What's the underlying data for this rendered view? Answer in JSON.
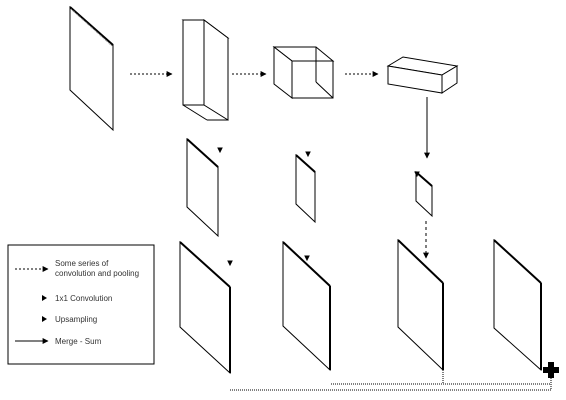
{
  "legend": {
    "items": [
      {
        "style": "dotted-arrow",
        "lines": [
          "Some series of",
          "convolution and pooling"
        ]
      },
      {
        "style": "small-arrowhead",
        "lines": [
          "1x1 Convolution"
        ]
      },
      {
        "style": "small-arrowhead",
        "lines": [
          "Upsampling"
        ]
      },
      {
        "style": "solid-arrow",
        "lines": [
          "Merge - Sum"
        ]
      }
    ]
  },
  "colors": {
    "stroke": "#000000",
    "text": "#333333",
    "background": "#ffffff"
  },
  "icons": {
    "merge_marker": "plus-icon"
  }
}
